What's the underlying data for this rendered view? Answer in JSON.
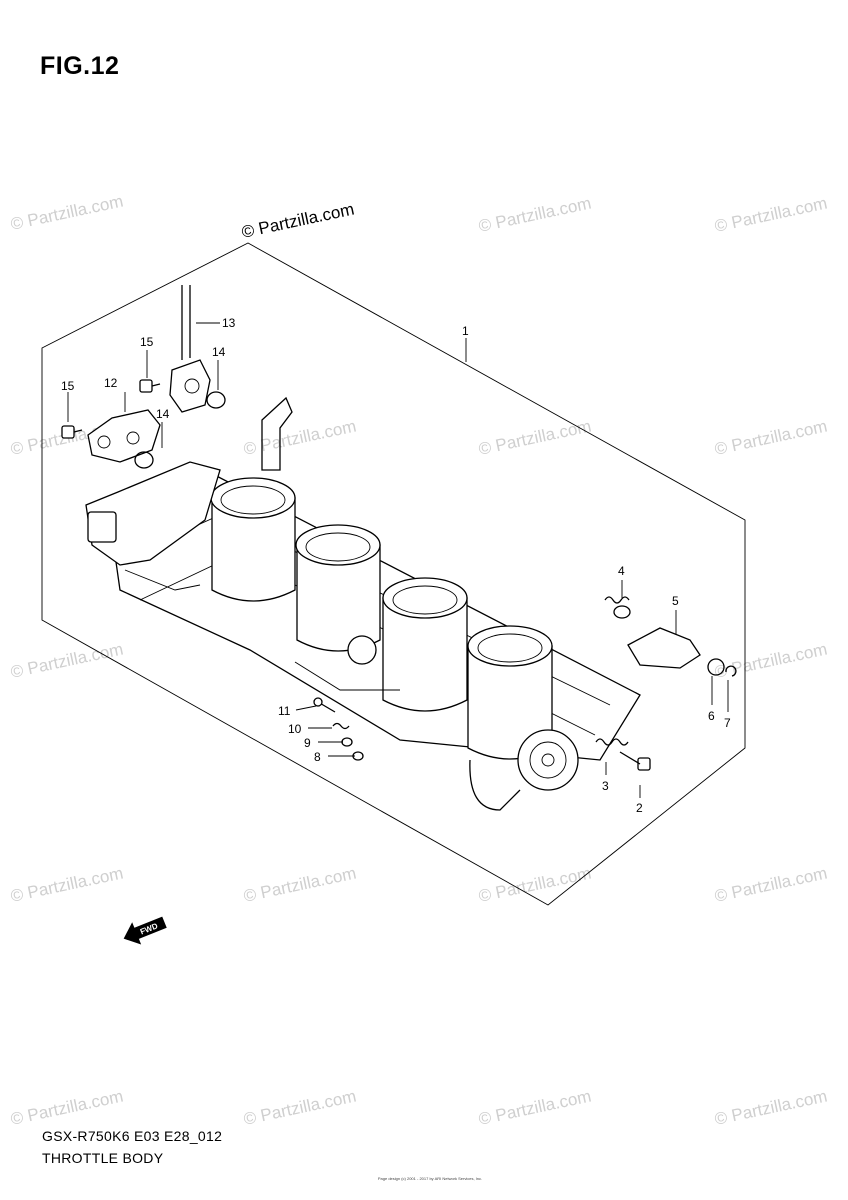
{
  "figure": {
    "title": "FIG.12"
  },
  "copyright_mark": "© Partzilla.com",
  "watermark_text": "© Partzilla.com",
  "callouts": [
    {
      "id": "c1",
      "label": "1"
    },
    {
      "id": "c2",
      "label": "2"
    },
    {
      "id": "c3",
      "label": "3"
    },
    {
      "id": "c4",
      "label": "4"
    },
    {
      "id": "c5",
      "label": "5"
    },
    {
      "id": "c6",
      "label": "6"
    },
    {
      "id": "c7",
      "label": "7"
    },
    {
      "id": "c8",
      "label": "8"
    },
    {
      "id": "c9",
      "label": "9"
    },
    {
      "id": "c10",
      "label": "10"
    },
    {
      "id": "c11",
      "label": "11"
    },
    {
      "id": "c12",
      "label": "12"
    },
    {
      "id": "c13",
      "label": "13"
    },
    {
      "id": "c14a",
      "label": "14"
    },
    {
      "id": "c14b",
      "label": "14"
    },
    {
      "id": "c15a",
      "label": "15"
    },
    {
      "id": "c15b",
      "label": "15"
    }
  ],
  "direction_arrow": {
    "label": "FWD"
  },
  "footer": {
    "model_code": "GSX-R750K6 E03 E28_012",
    "section_title": "THROTTLE BODY",
    "fine_print": "Page design (c) 2001 - 2017 by ARI Network Services, Inc."
  }
}
